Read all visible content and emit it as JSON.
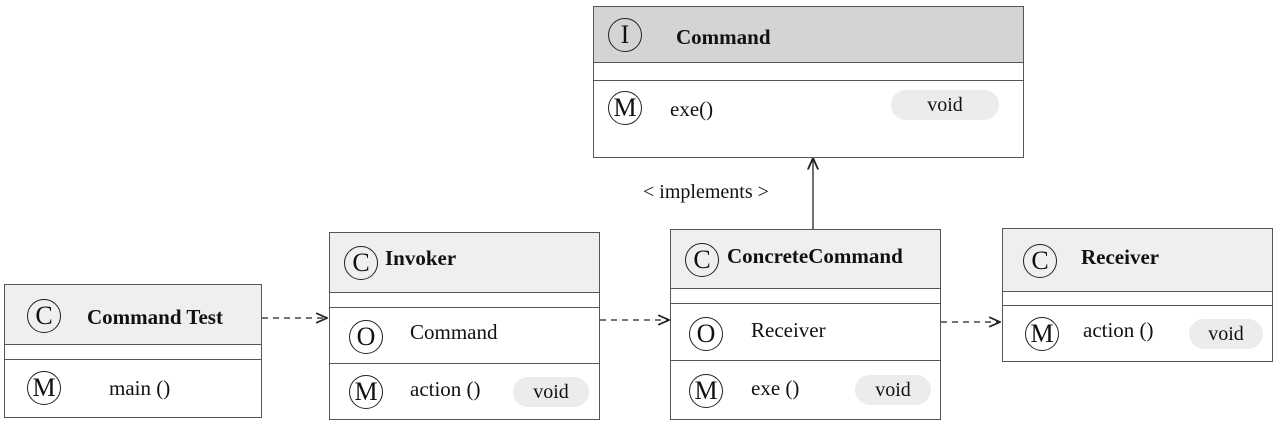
{
  "colors": {
    "header_interface": "#d4d4d4",
    "header_class": "#efefef",
    "border": "#555555",
    "type_pill": "#ececec",
    "text": "#111111"
  },
  "classes": {
    "command": {
      "badge": "I",
      "title": "Command",
      "kind": "interface",
      "members": [
        {
          "badge": "M",
          "name": "exe()",
          "type": "void"
        }
      ]
    },
    "command_test": {
      "badge": "C",
      "title": "Command Test",
      "kind": "class",
      "members": [
        {
          "badge": "M",
          "name": "main ()",
          "type": ""
        }
      ]
    },
    "invoker": {
      "badge": "C",
      "title": "Invoker",
      "kind": "class",
      "members": [
        {
          "badge": "O",
          "name": "Command",
          "type": ""
        },
        {
          "badge": "M",
          "name": "action ()",
          "type": "void"
        }
      ]
    },
    "concrete_command": {
      "badge": "C",
      "title": "ConcreteCommand",
      "kind": "class",
      "members": [
        {
          "badge": "O",
          "name": "Receiver",
          "type": ""
        },
        {
          "badge": "M",
          "name": "exe ()",
          "type": "void"
        }
      ]
    },
    "receiver": {
      "badge": "C",
      "title": "Receiver",
      "kind": "class",
      "members": [
        {
          "badge": "M",
          "name": "action ()",
          "type": "void"
        }
      ]
    }
  },
  "edges": {
    "implements_label": "< implements >"
  }
}
